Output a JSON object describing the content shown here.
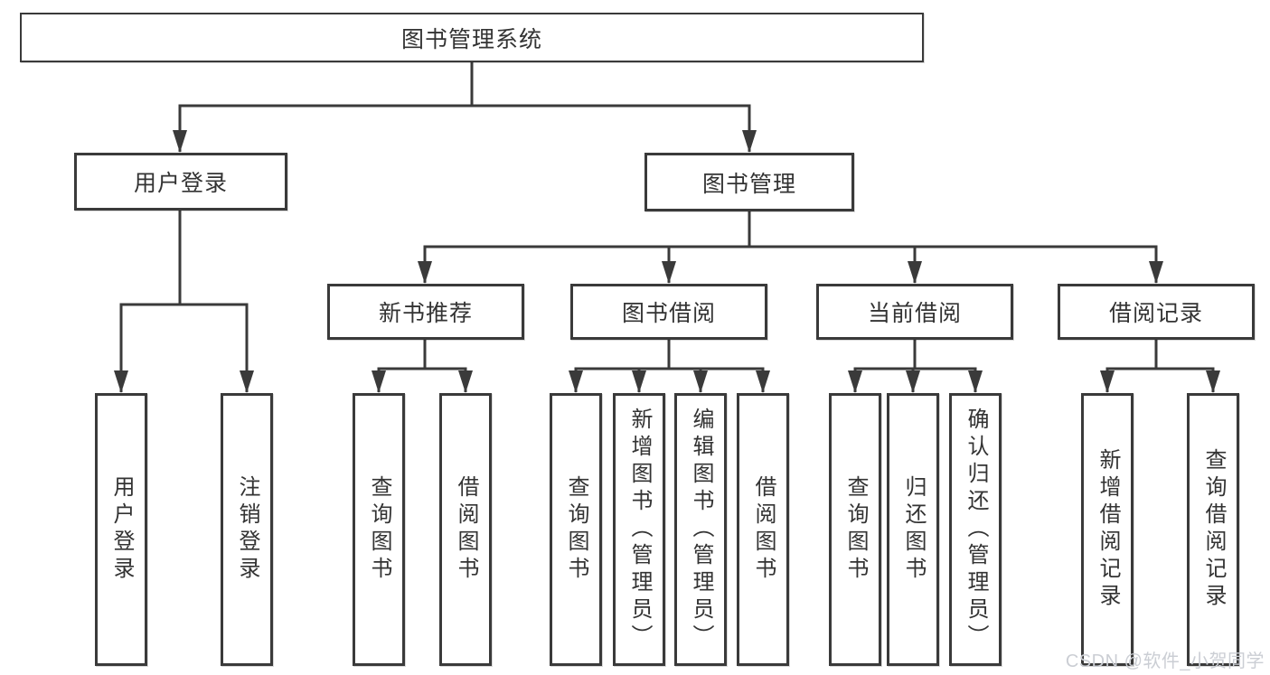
{
  "tree": {
    "label": "图书管理系统",
    "children": [
      {
        "label": "用户登录",
        "children": [
          "用户登录",
          "注销登录"
        ]
      },
      {
        "label": "图书管理",
        "children": [
          {
            "label": "新书推荐",
            "children": [
              "查询图书",
              "借阅图书"
            ]
          },
          {
            "label": "图书借阅",
            "children": [
              "查询图书",
              "新增图书（管理员）",
              "编辑图书（管理员）",
              "借阅图书"
            ]
          },
          {
            "label": "当前借阅",
            "children": [
              "查询图书",
              "归还图书",
              "确认归还（管理员）"
            ]
          },
          {
            "label": "借阅记录",
            "children": [
              "新增借阅记录",
              "查询借阅记录"
            ]
          }
        ]
      }
    ]
  },
  "watermark": {
    "text": "CSDN @软件_小贺同学"
  },
  "colors": {
    "line": "#3a3a3a",
    "text": "#333333",
    "box_background": "#ffffff",
    "watermark": "#cbced4"
  }
}
